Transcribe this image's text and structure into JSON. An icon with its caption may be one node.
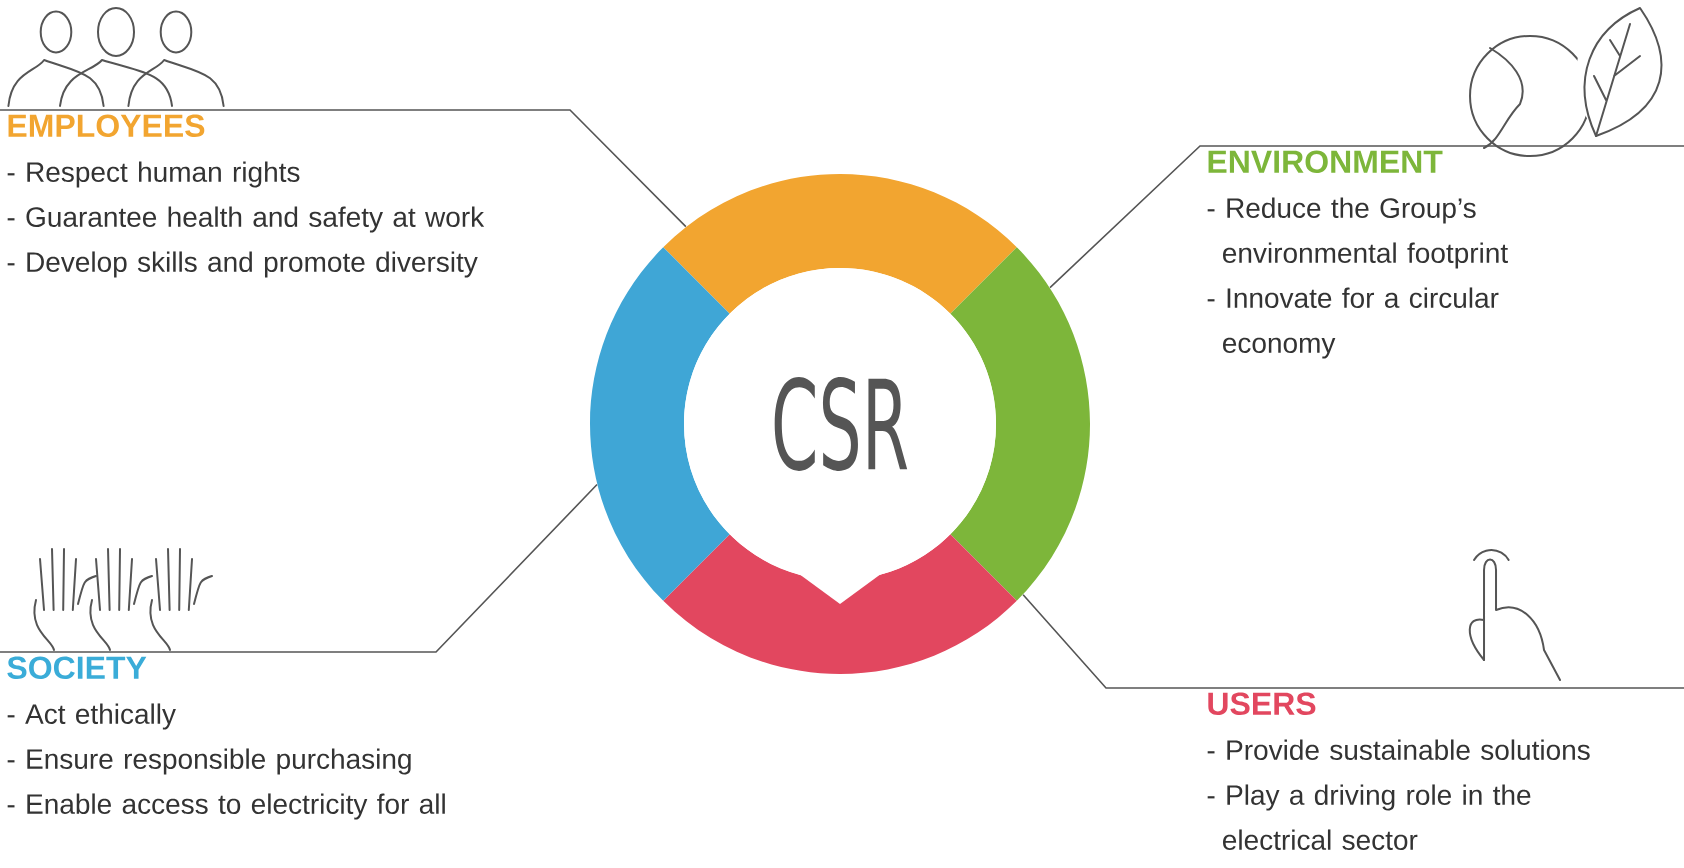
{
  "diagram": {
    "nodes": [
      {
        "text": [
          "CSR"
        ]
      },
      {
        "text": [
          "EMPLOYEES",
          "- Respect human rights",
          "- Guarantee health and safety at work",
          "- Develop skills and promote diversity"
        ]
      },
      {
        "text": [
          "ENVIRONMENT",
          "- Reduce the Group’s environmental footprint",
          "- Innovate for a circular economy"
        ]
      },
      {
        "text": [
          "SOCIETY",
          "- Act ethically",
          "- Ensure responsible purchasing",
          "- Enable access to electricity for all"
        ]
      },
      {
        "text": [
          "USERS",
          "- Provide sustainable solutions",
          "- Play a driving role in the electrical sector"
        ]
      }
    ],
    "edges": [
      {
        "from": 1,
        "to": 0,
        "arrow": "none"
      },
      {
        "from": 2,
        "to": 0,
        "arrow": "none"
      },
      {
        "from": 3,
        "to": 0,
        "arrow": "none"
      },
      {
        "from": 4,
        "to": 0,
        "arrow": "none"
      }
    ]
  }
}
